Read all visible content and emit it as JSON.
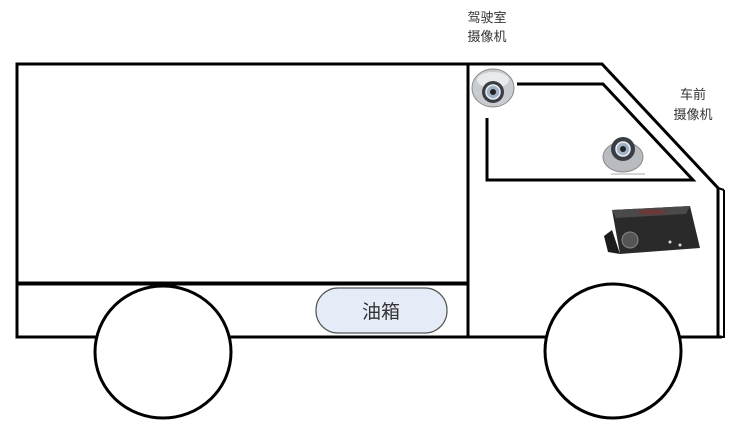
{
  "labels": {
    "cab_camera_line1": "驾驶室",
    "cab_camera_line2": "摄像机",
    "front_camera_line1": "车前",
    "front_camera_line2": "摄像机",
    "fuel_tank": "油箱"
  },
  "colors": {
    "outline": "#000000",
    "fuel_tank_fill": "#e6ecf7",
    "dvr_body": "#2a2a2a"
  },
  "icons": [
    "dome-camera-icon",
    "dome-camera-icon",
    "dvr-box-icon"
  ]
}
